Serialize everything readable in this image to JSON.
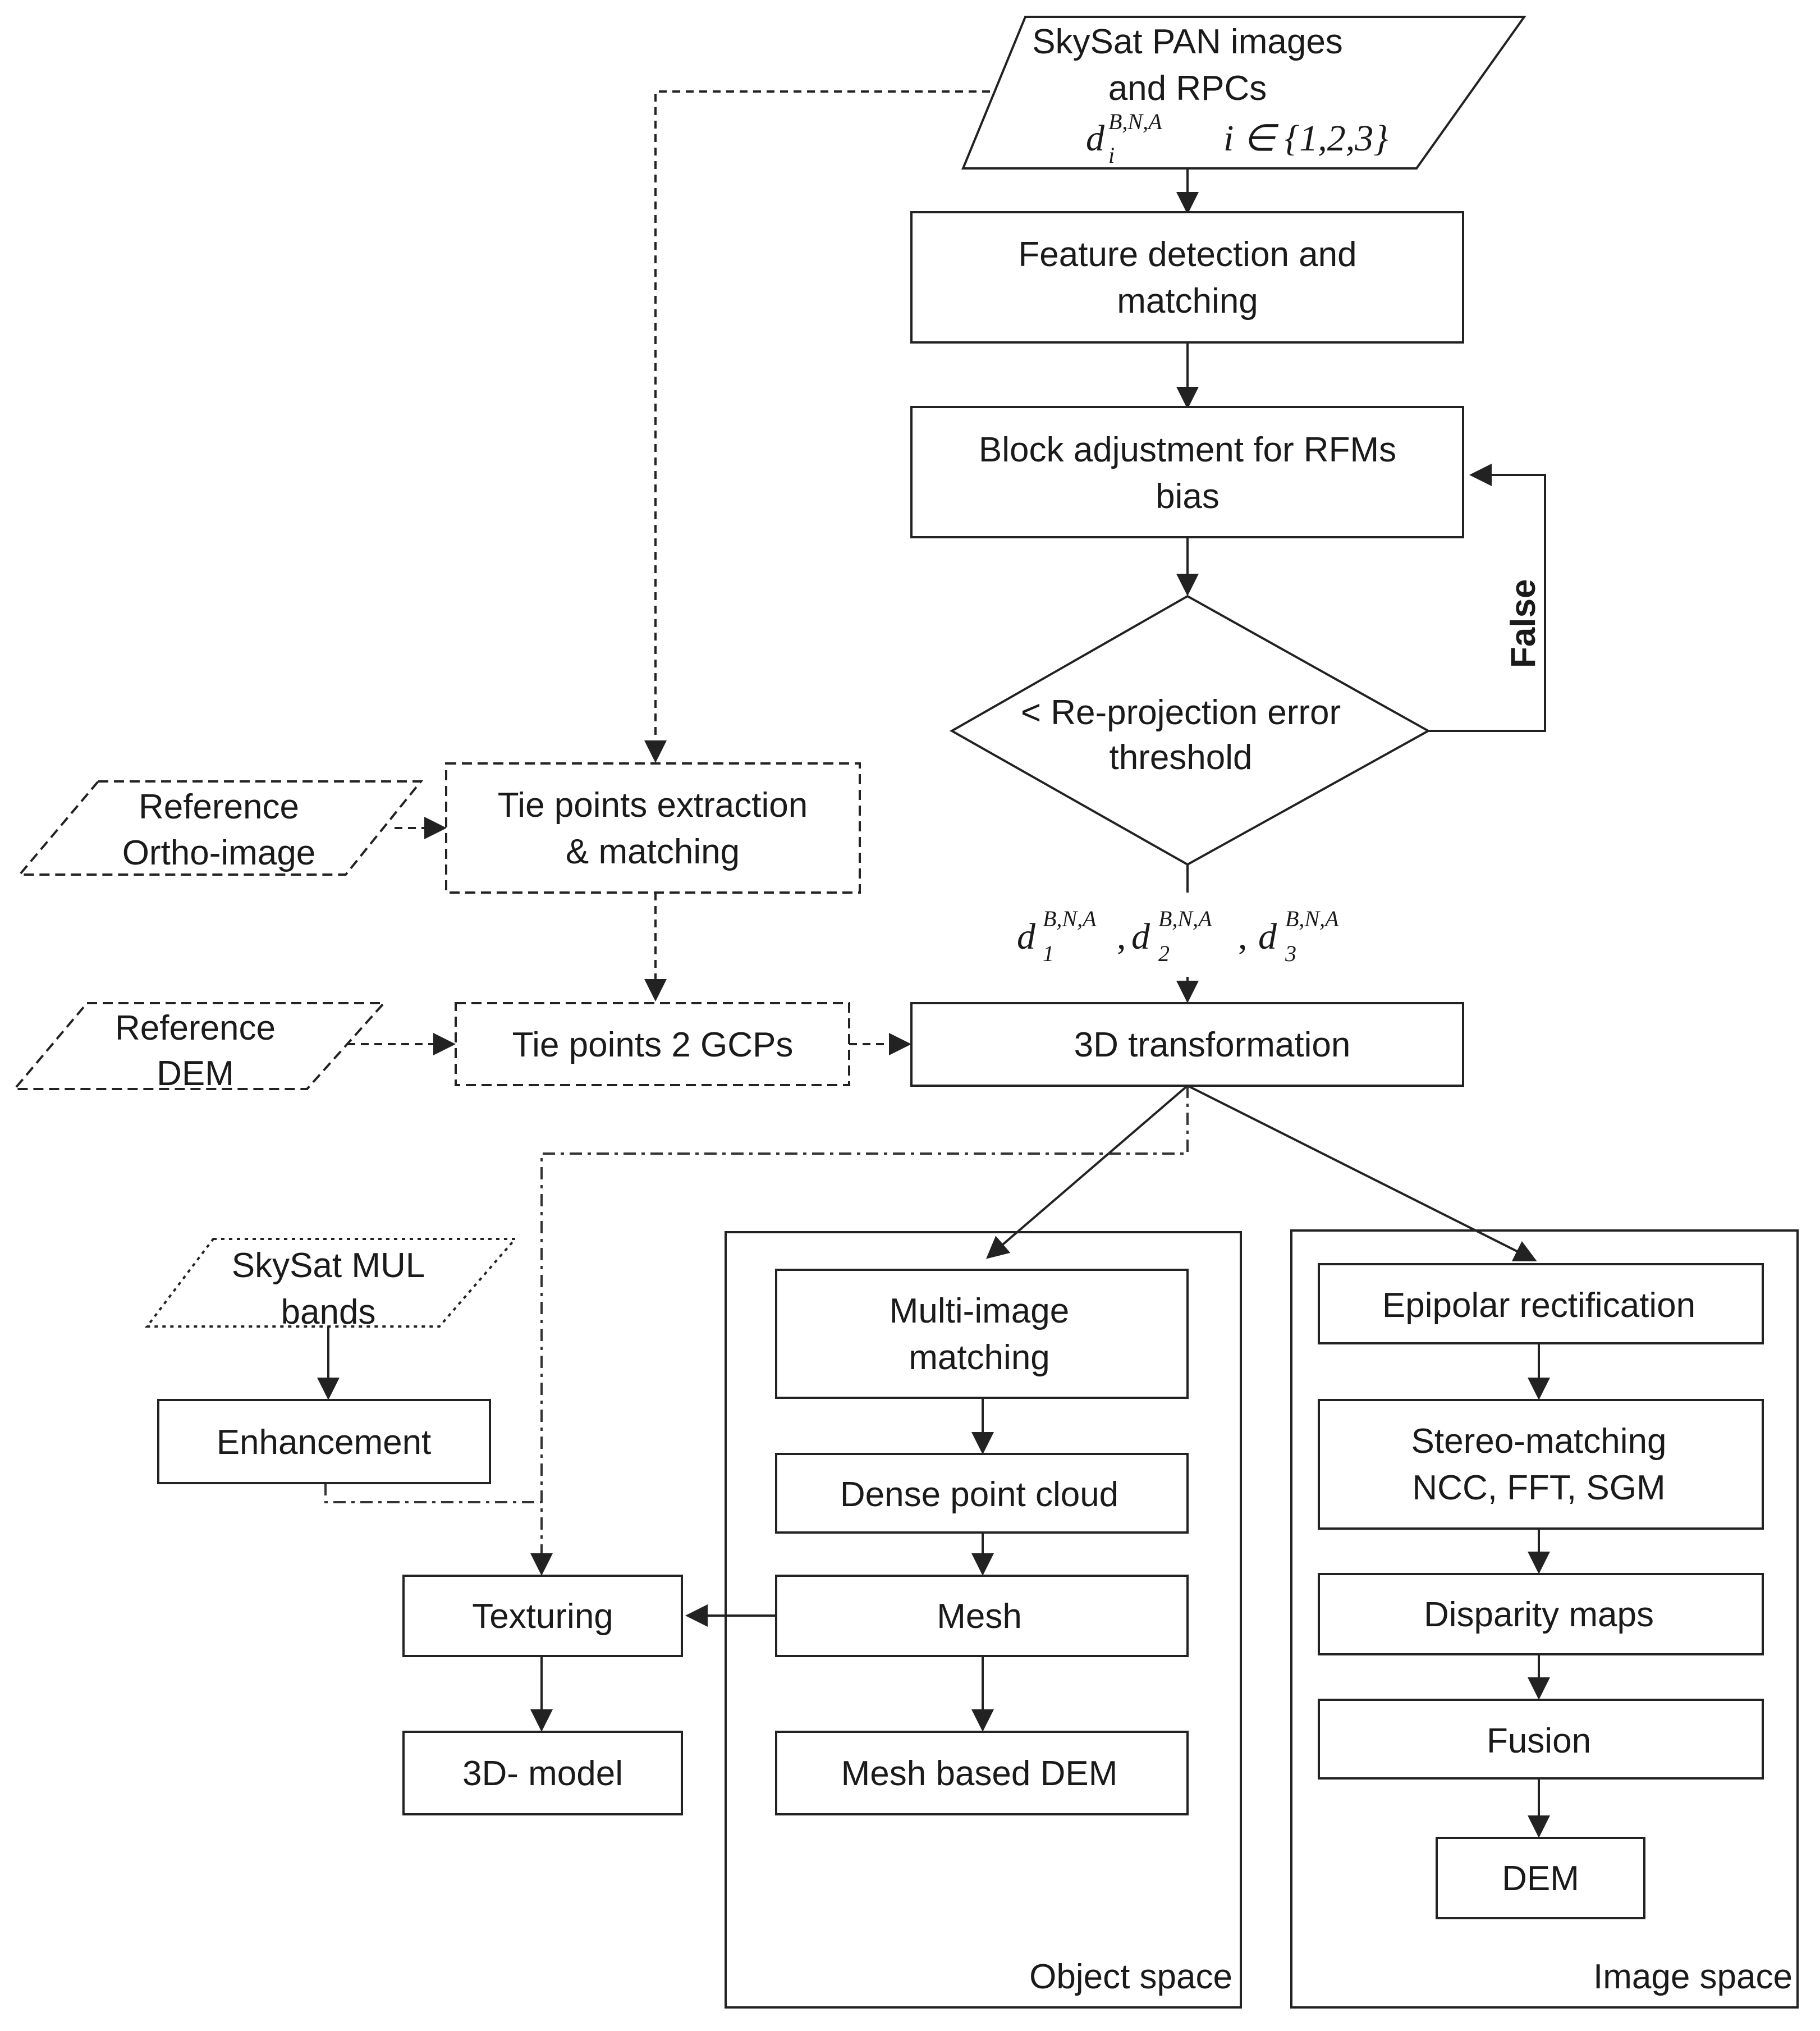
{
  "nodes": {
    "skysat_pan": {
      "line1": "SkySat PAN images",
      "line2": "and RPCs",
      "math_base": "d",
      "math_sup": "B,N,A",
      "math_sub": "i",
      "math_set": "i ∈ {1,2,3}"
    },
    "feature_detection": {
      "line1": "Feature detection and",
      "line2": "matching"
    },
    "block_adjustment": {
      "line1": "Block adjustment for RFMs",
      "line2": "bias"
    },
    "reprojection_check": {
      "line1": "< Re-projection error",
      "line2": "threshold"
    },
    "false_label": "False",
    "output_images": {
      "d1": "d",
      "d1_sub": "1",
      "d2": "d",
      "d2_sub": "2",
      "d3": "d",
      "d3_sub": "3",
      "sup": "B,N,A",
      "sep": ","
    },
    "tie_points_extraction": {
      "line1": "Tie points extraction",
      "line2": "& matching"
    },
    "reference_ortho": {
      "line1": "Reference",
      "line2": "Ortho-image"
    },
    "reference_dem": {
      "line1": "Reference",
      "line2": "DEM"
    },
    "tie_points_gcps": {
      "label": "Tie points 2 GCPs"
    },
    "transformation_3d": {
      "label": "3D transformation"
    },
    "skysat_mul": {
      "line1": "SkySat MUL",
      "line2": "bands"
    },
    "enhancement": {
      "label": "Enhancement"
    },
    "texturing": {
      "label": "Texturing"
    },
    "model_3d": {
      "label": "3D- model"
    },
    "multi_image": {
      "line1": "Multi-image",
      "line2": "matching"
    },
    "dense_cloud": {
      "label": "Dense point cloud"
    },
    "mesh": {
      "label": "Mesh"
    },
    "mesh_dem": {
      "label": "Mesh based DEM"
    },
    "epipolar": {
      "label": "Epipolar rectification"
    },
    "stereo": {
      "line1": "Stereo-matching",
      "line2": "NCC, FFT, SGM"
    },
    "disparity": {
      "label": "Disparity maps"
    },
    "fusion": {
      "label": "Fusion"
    },
    "dem": {
      "label": "DEM"
    }
  },
  "panels": {
    "object_space": "Object space",
    "image_space": "Image space"
  }
}
